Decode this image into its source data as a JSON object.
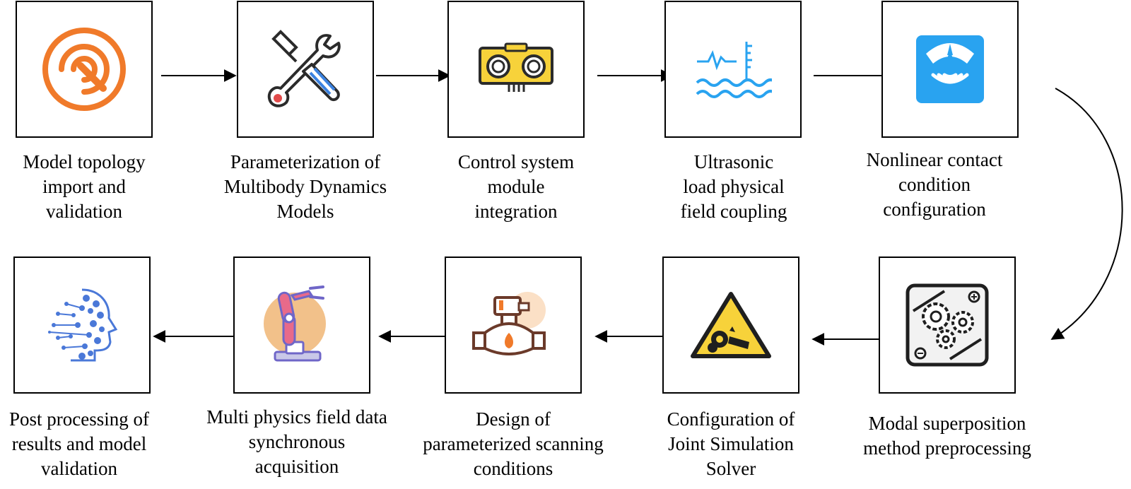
{
  "steps": [
    {
      "icon": "target-touch-icon",
      "label": [
        "Model topology",
        "import and",
        "validation"
      ]
    },
    {
      "icon": "tools-icon",
      "label": [
        "Parameterization of",
        "Multibody Dynamics",
        "Models"
      ]
    },
    {
      "icon": "control-module-icon",
      "label": [
        "Control system",
        "module",
        "integration"
      ]
    },
    {
      "icon": "water-level-signal-icon",
      "label": [
        "Ultrasonic",
        "load physical",
        "field coupling"
      ]
    },
    {
      "icon": "gauge-sensor-icon",
      "label": [
        "Nonlinear contact",
        "condition",
        "configuration"
      ]
    },
    {
      "icon": "gears-panel-icon",
      "label": [
        "Modal superposition",
        "method preprocessing"
      ]
    },
    {
      "icon": "gear-warning-icon",
      "label": [
        "Configuration of",
        "Joint Simulation",
        "Solver"
      ]
    },
    {
      "icon": "valve-fuel-icon",
      "label": [
        "Design of",
        "parameterized scanning",
        "conditions"
      ]
    },
    {
      "icon": "robot-arm-icon",
      "label": [
        "Multi physics field data",
        "synchronous",
        "acquisition"
      ]
    },
    {
      "icon": "ai-head-icon",
      "label": [
        "Post processing of",
        "results and model",
        "validation"
      ]
    }
  ],
  "colors": {
    "orange": "#f07a2a",
    "yellow": "#f7d23a",
    "blue": "#29a3f0",
    "robot_purple": "#6f66c8",
    "robot_pink": "#e86a8a",
    "ai_blue": "#4a78d8"
  }
}
